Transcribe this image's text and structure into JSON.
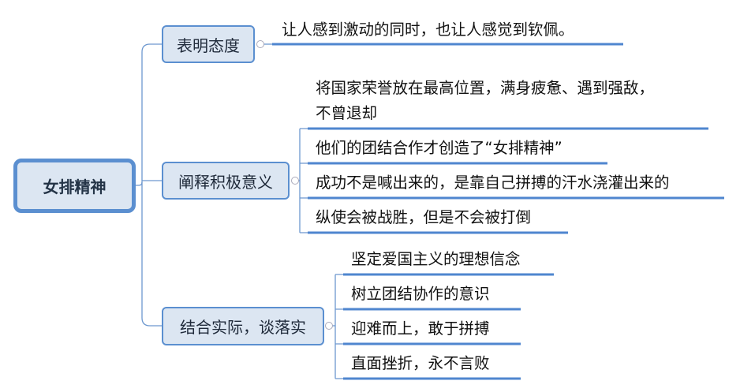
{
  "root": {
    "label": "女排精神"
  },
  "branches": [
    {
      "label": "表明态度",
      "leaves": [
        "让人感到激动的同时，也让人感觉到钦佩。"
      ]
    },
    {
      "label": "阐释积极意义",
      "leaves": [
        "将国家荣誉放在最高位置，满身疲惫、遇到强敌，",
        "不曾退却",
        "他们的团结合作才创造了“女排精神”",
        "成功不是喊出来的，是靠自己拼搏的汗水浇灌出来的",
        "纵使会被战胜，但是不会被打倒"
      ]
    },
    {
      "label": "结合实际，谈落实",
      "leaves": [
        "坚定爱国主义的理想信念",
        "树立团结协作的意识",
        "迎难而上，敢于拼搏",
        "直面挫折，永不言败"
      ]
    }
  ],
  "colors": {
    "line": "#5b8fd0",
    "node_fill": "#dce6f2",
    "underline": "#4f86cf"
  }
}
